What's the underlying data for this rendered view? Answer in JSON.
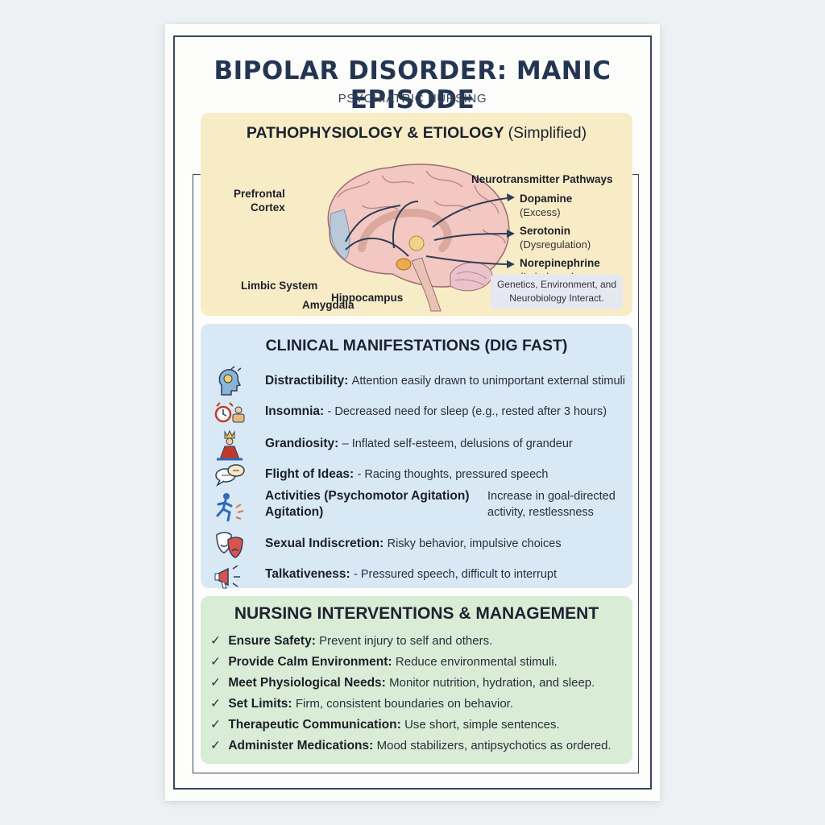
{
  "header": {
    "title": "BIPOLAR DISORDER: MANIC EPISODE",
    "subtitle": "PSYCHIATRIC NURSING"
  },
  "patho": {
    "title_bold": "PATHOPHYSIOLOGY & ETIOLOGY",
    "title_light": "(Simplified)",
    "pathways_title": "Neurotransmitter Pathways",
    "labels": {
      "prefrontal_1": "Prefrontal",
      "prefrontal_2": "Cortex",
      "limbic": "Limbic System",
      "amygdala": "Amygdala",
      "hippocampus": "Hippocampus"
    },
    "transmitters": [
      {
        "name": "Dopamine",
        "state": "(Excess)"
      },
      {
        "name": "Serotonin",
        "state": "(Dysregulation)"
      },
      {
        "name": "Norepinephrine",
        "state": "(Imbalance)"
      }
    ],
    "note_1": "Genetics, Environment, and",
    "note_2": "Neurobiology Interact."
  },
  "clinical": {
    "title": "CLINICAL MANIFESTATIONS (DIG FAST)",
    "items": [
      {
        "term": "Distractibility:",
        "desc": "Attention easily drawn to unimportant external stimuli",
        "icon": "head-attention-icon"
      },
      {
        "term": "Insomnia:",
        "desc": "- Decreased need for sleep (e.g., rested after 3 hours)",
        "icon": "alarm-clock-icon"
      },
      {
        "term": "Grandiosity:",
        "desc": "– Inflated self-esteem, delusions of grandeur",
        "icon": "king-crown-icon"
      },
      {
        "term": "Flight of Ideas:",
        "desc": "- Racing thoughts, pressured speech",
        "icon": "speech-bubbles-icon"
      },
      {
        "term": "Activities (Psychomotor Agitation)",
        "term2": "Agitation)",
        "desc": "Increase in goal-directed",
        "desc2": "activity, restlessness",
        "icon": "running-person-icon"
      },
      {
        "term": "Sexual Indiscretion:",
        "desc": "Risky behavior, impulsive choices",
        "icon": "theater-masks-icon"
      },
      {
        "term": "Talkativeness:",
        "desc": "- Pressured speech, difficult to interrupt",
        "icon": "megaphone-icon"
      }
    ]
  },
  "nursing": {
    "title": "NURSING INTERVENTIONS & MANAGEMENT",
    "check": "✓",
    "items": [
      {
        "term": "Ensure Safety:",
        "desc": "Prevent injury to self and others."
      },
      {
        "term": "Provide Calm Environment:",
        "desc": "Reduce environmental stimuli."
      },
      {
        "term": "Meet Physiological Needs:",
        "desc": "Monitor nutrition, hydration, and sleep."
      },
      {
        "term": "Set Limits:",
        "desc": "Firm, consistent boundaries on behavior."
      },
      {
        "term": "Therapeutic Communication:",
        "desc": "Use short, simple sentences."
      },
      {
        "term": "Administer Medications:",
        "desc": "Mood stabilizers, antipsychotics as ordered."
      }
    ]
  },
  "colors": {
    "title": "#243552",
    "frame": "#3a4760",
    "patho_bg": "#f8ecc6",
    "clinical_bg": "#d8e8f5",
    "nursing_bg": "#d9ecd6"
  }
}
